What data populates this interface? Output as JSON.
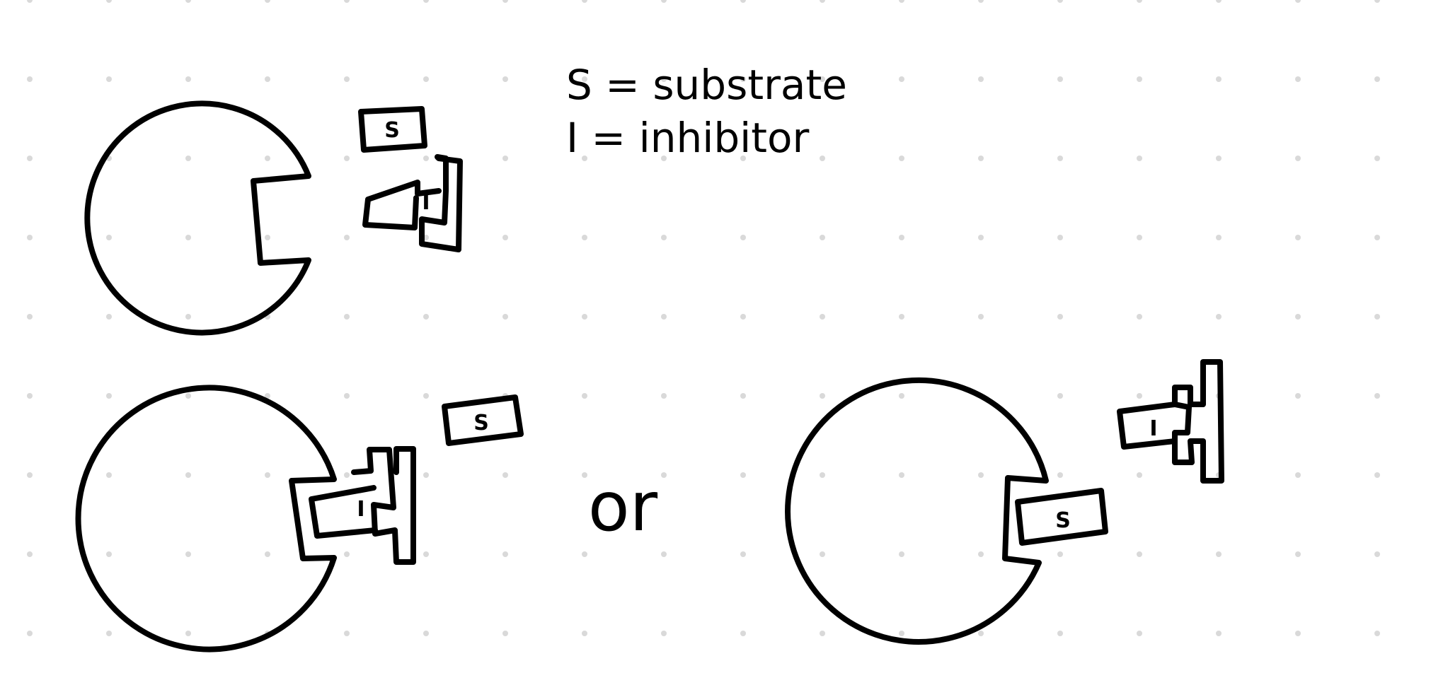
{
  "legend": [
    {
      "symbol": "S",
      "equals": "=",
      "meaning": "substrate"
    },
    {
      "symbol": "I",
      "equals": "=",
      "meaning": "inhibitor"
    }
  ],
  "labels": {
    "substrate": "S",
    "inhibitor": "I",
    "separator": "or"
  },
  "scenes": [
    {
      "id": "initial",
      "bound": "none"
    },
    {
      "id": "inhibitor-bound",
      "bound": "inhibitor"
    },
    {
      "id": "substrate-bound",
      "bound": "substrate"
    }
  ]
}
